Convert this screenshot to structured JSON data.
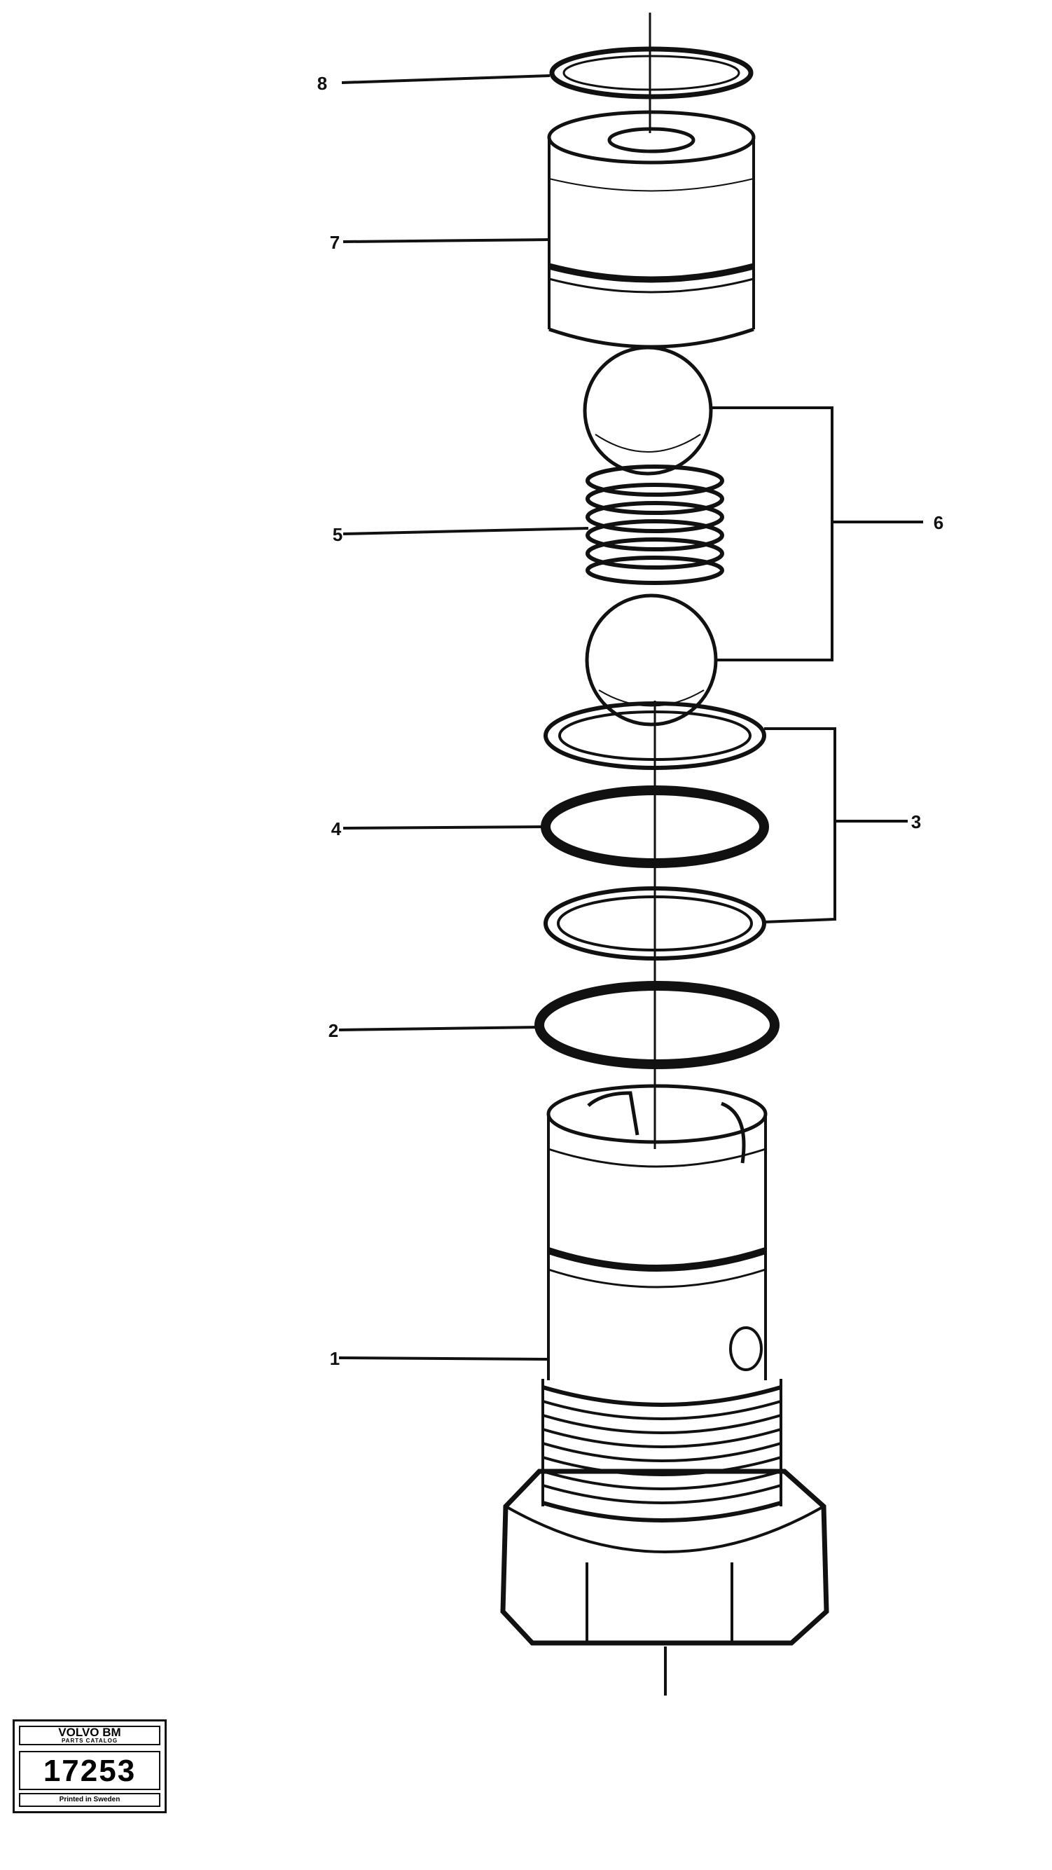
{
  "diagram": {
    "callouts": [
      {
        "id": "1",
        "label": "1"
      },
      {
        "id": "2",
        "label": "2"
      },
      {
        "id": "3",
        "label": "3"
      },
      {
        "id": "4",
        "label": "4"
      },
      {
        "id": "5",
        "label": "5"
      },
      {
        "id": "6",
        "label": "6"
      },
      {
        "id": "7",
        "label": "7"
      },
      {
        "id": "8",
        "label": "8"
      }
    ]
  },
  "stamp": {
    "brand": "VOLVO BM",
    "subtitle": "PARTS CATALOG",
    "number": "17253",
    "footer": "Printed in Sweden"
  },
  "colors": {
    "ink": "#111111",
    "paper": "#ffffff"
  }
}
